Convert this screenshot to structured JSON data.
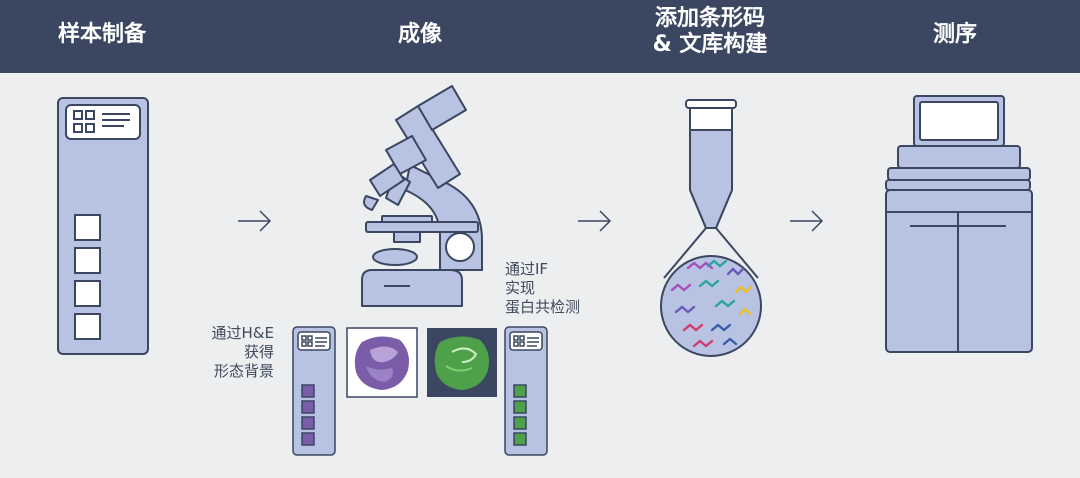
{
  "steps": [
    {
      "title": "样本制备"
    },
    {
      "title": "成像"
    },
    {
      "title": "添加条形码",
      "title_line2": "& 文库构建"
    },
    {
      "title": "测序"
    }
  ],
  "annotations": {
    "he": {
      "line1": "通过H&E",
      "line2": "获得",
      "line3": "形态背景"
    },
    "if": {
      "line1": "通过IF",
      "line2": "实现",
      "line3": "蛋白共检测"
    }
  },
  "colors": {
    "header_bg": "#3b4660",
    "background": "#edeef0",
    "instrument_fill": "#b8c3e4",
    "outline": "#3b4660",
    "he_purple": "#7a5ca8",
    "if_green": "#4ea04a"
  },
  "icons": [
    "slide-icon",
    "arrow-right-icon",
    "microscope-icon",
    "tube-icon",
    "sequencer-icon"
  ]
}
